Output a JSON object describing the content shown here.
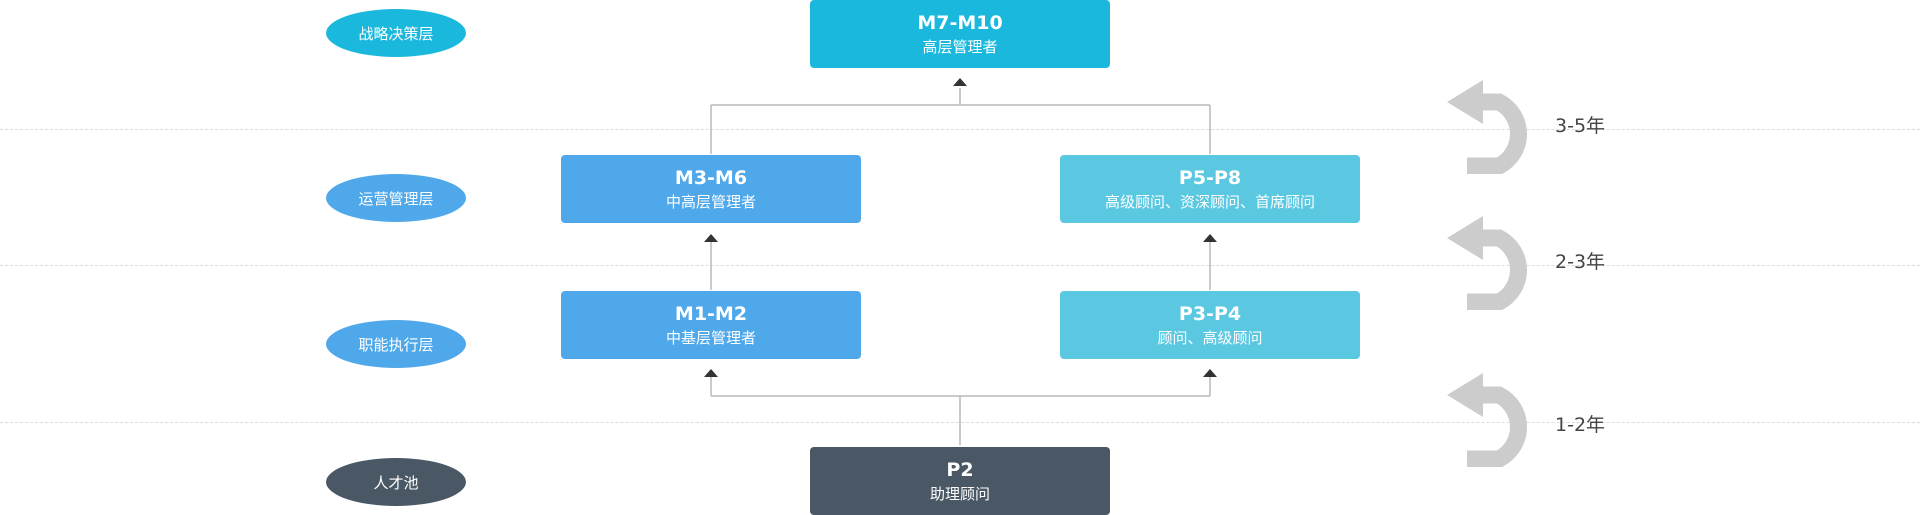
{
  "colors": {
    "strategic": "#1bb8de",
    "operations": "#4fa8ea",
    "consultant": "#5bc8e2",
    "talent_pool": "#4a5866",
    "connector": "#b8b8b8",
    "arrow": "#333333",
    "uturn": "#cccccc"
  },
  "levels": [
    {
      "label": "战略决策层"
    },
    {
      "label": "运营管理层"
    },
    {
      "label": "职能执行层"
    },
    {
      "label": "人才池"
    }
  ],
  "boxes": {
    "m7_m10": {
      "code": "M7-M10",
      "title": "高层管理者"
    },
    "m3_m6": {
      "code": "M3-M6",
      "title": "中高层管理者"
    },
    "p5_p8": {
      "code": "P5-P8",
      "title": "高级顾问、资深顾问、首席顾问"
    },
    "m1_m2": {
      "code": "M1-M2",
      "title": "中基层管理者"
    },
    "p3_p4": {
      "code": "P3-P4",
      "title": "顾问、高级顾问"
    },
    "p2": {
      "code": "P2",
      "title": "助理顾问"
    }
  },
  "durations": [
    {
      "label": "3-5年",
      "icon": "u-turn-arrow-icon"
    },
    {
      "label": "2-3年",
      "icon": "u-turn-arrow-icon"
    },
    {
      "label": "1-2年",
      "icon": "u-turn-arrow-icon"
    }
  ]
}
